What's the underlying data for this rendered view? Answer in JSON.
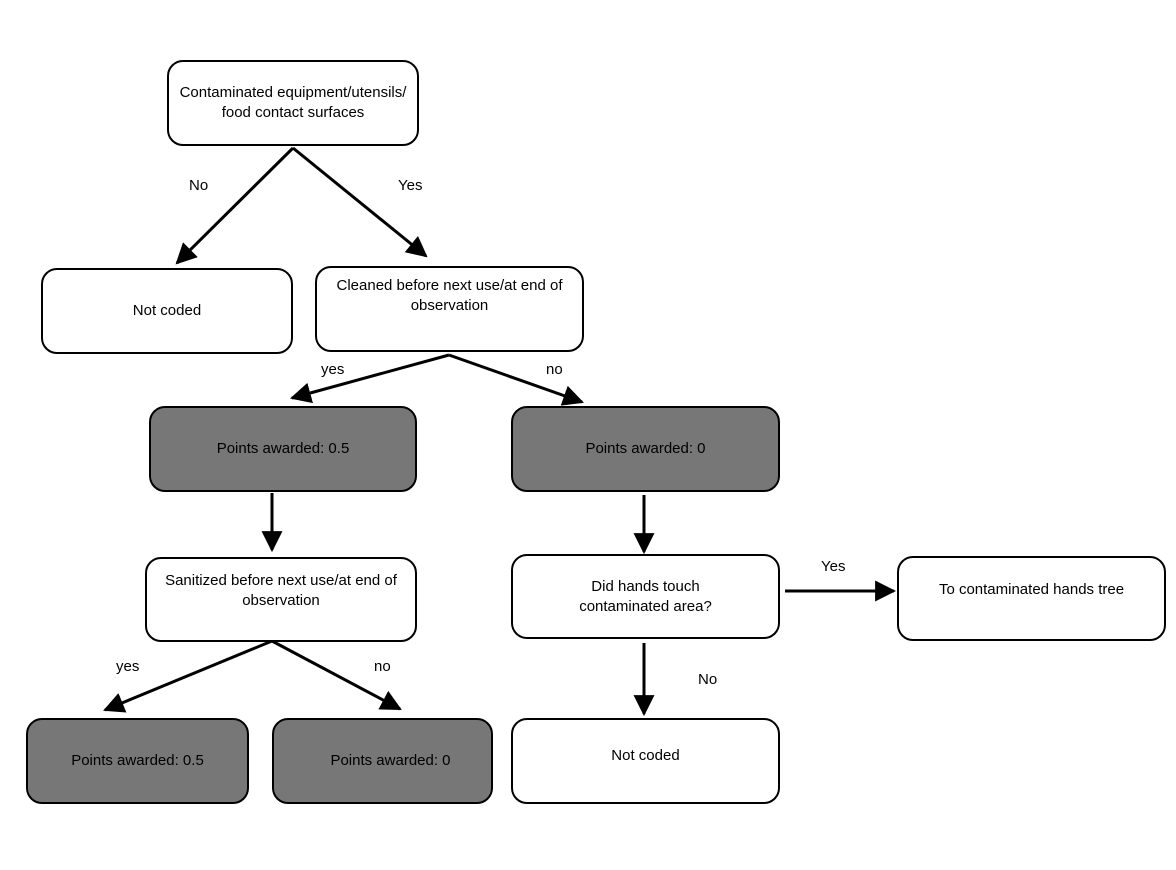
{
  "nodes": {
    "start": "Contaminated equipment/utensils/\nfood contact surfaces",
    "not_coded_1": "Not coded",
    "cleaned": "Cleaned before next use/at end of\nobservation",
    "points_05_a": "Points awarded: 0.5",
    "points_0_a": "Points awarded: 0",
    "sanitized": "Sanitized before next use/at end of\nobservation",
    "hands": "Did hands touch\ncontaminated area?",
    "hands_tree": "To contaminated hands tree",
    "points_05_b": "Points awarded: 0.5",
    "points_0_b": "Points awarded: 0",
    "not_coded_2": "Not coded"
  },
  "edge_labels": {
    "start_no": "No",
    "start_yes": "Yes",
    "cleaned_yes": "yes",
    "cleaned_no": "no",
    "sanitized_yes": "yes",
    "sanitized_no": "no",
    "hands_yes": "Yes",
    "hands_no": "No"
  },
  "colors": {
    "outcome_fill": "#777777",
    "decision_fill": "#ffffff",
    "stroke": "#000000"
  }
}
